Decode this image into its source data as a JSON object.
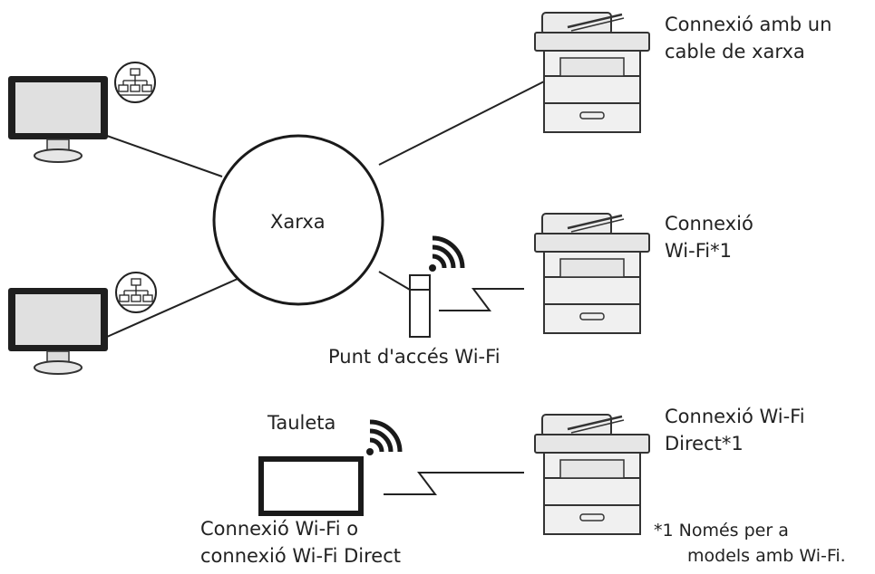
{
  "labels": {
    "network": "Xarxa",
    "access_point": "Punt d'accés Wi-Fi",
    "tablet": "Tauleta",
    "tablet_connection_line1": "Connexió Wi-Fi o",
    "tablet_connection_line2": "connexió Wi-Fi Direct"
  },
  "printers": [
    {
      "lines": [
        "Connexió amb un",
        "cable de xarxa"
      ]
    },
    {
      "lines": [
        "Connexió",
        "Wi-Fi*1"
      ]
    },
    {
      "lines": [
        "Connexió Wi-Fi",
        "Direct*1"
      ]
    }
  ],
  "footnote": {
    "line1": "*1 Només per a",
    "line2": "models amb Wi-Fi."
  },
  "icons": {
    "computer": "computer-icon",
    "network_badge": "network-icon",
    "printer": "printer-icon",
    "wifi": "wifi-icon",
    "access_point": "access-point-icon",
    "tablet": "tablet-icon"
  }
}
